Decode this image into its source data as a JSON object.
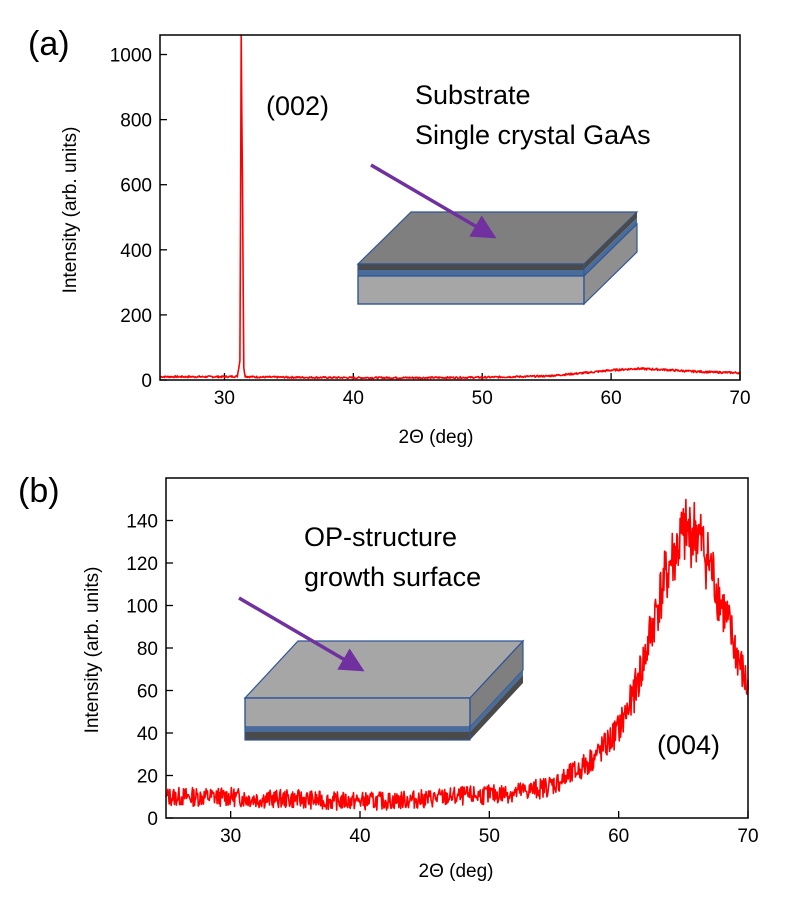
{
  "chart_data": [
    {
      "panel_label": "(a)",
      "type": "line",
      "xlabel": "2Θ (deg)",
      "ylabel": "Intensity (arb. units)",
      "xlim": [
        25,
        70
      ],
      "ylim": [
        0,
        1060
      ],
      "xticks": [
        30,
        40,
        50,
        60,
        70
      ],
      "yticks": [
        0,
        200,
        400,
        600,
        800,
        1000
      ],
      "grid": false,
      "series": [
        {
          "color": "#ff0000",
          "x": [
            25,
            28,
            30,
            31,
            31.2,
            31.3,
            31.4,
            31.5,
            31.6,
            31.8,
            33,
            36,
            40,
            45,
            50,
            55,
            58,
            60,
            62,
            64,
            66,
            68,
            70
          ],
          "y": [
            10,
            10,
            10,
            11,
            60,
            1060,
            600,
            40,
            12,
            10,
            9,
            8,
            7,
            7,
            8,
            12,
            22,
            30,
            35,
            32,
            27,
            24,
            22
          ]
        }
      ],
      "annotations": {
        "peak": "(002)",
        "sample_line1": "Substrate",
        "sample_line2": "Single crystal GaAs"
      },
      "inset_top_layer_color": "#7f7f7f"
    },
    {
      "panel_label": "(b)",
      "type": "line",
      "xlabel": "2Θ (deg)",
      "ylabel": "Intensity (arb. units)",
      "xlim": [
        25,
        70
      ],
      "ylim": [
        0,
        160
      ],
      "xticks": [
        30,
        40,
        50,
        60,
        70
      ],
      "yticks": [
        0,
        20,
        40,
        60,
        80,
        100,
        120,
        140
      ],
      "grid": false,
      "series": [
        {
          "color": "#ff0000",
          "x": [
            25,
            27,
            30,
            32,
            35,
            38,
            40,
            42,
            45,
            47,
            50,
            52,
            54,
            55,
            56,
            57,
            58,
            59,
            60,
            61,
            62,
            63,
            64,
            65,
            66,
            67,
            68,
            69,
            70
          ],
          "y": [
            10,
            10,
            10,
            9,
            9,
            8,
            8,
            8,
            9,
            10,
            11,
            12,
            14,
            16,
            19,
            23,
            28,
            34,
            42,
            55,
            75,
            100,
            120,
            133,
            135,
            120,
            100,
            80,
            60
          ]
        }
      ],
      "annotations": {
        "peak": "(004)",
        "sample_line1": "OP-structure",
        "sample_line2": "growth surface"
      },
      "inset_top_layer_color": "#a6a6a6"
    }
  ],
  "colors": {
    "data_line": "#ff0000",
    "arrow": "#7030a0",
    "block_light": "#a6a6a6",
    "block_dark": "#7f7f7f",
    "layer_dark": "#4a4a4a",
    "layer_blue": "#4a6c9b",
    "block_edge": "#2f5597"
  }
}
